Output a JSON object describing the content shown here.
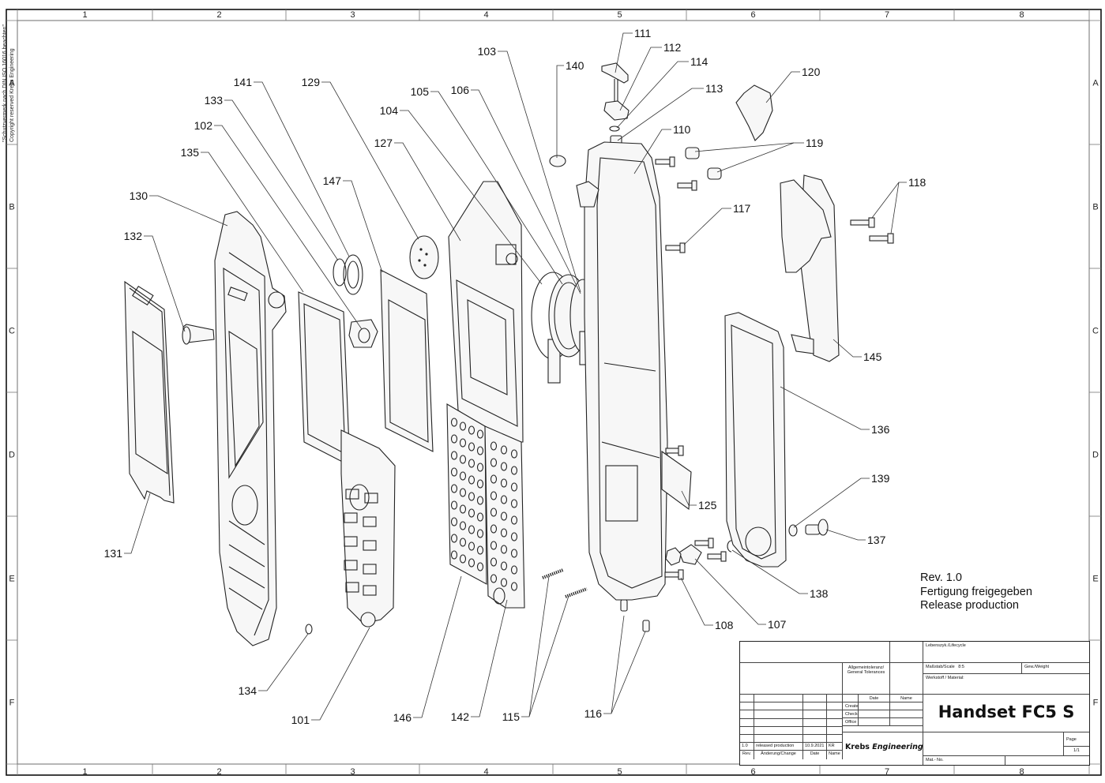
{
  "drawing": {
    "title": "Handset FC5 S",
    "company": "Krebs",
    "company_suffix": "Engineering",
    "copyright_lines": [
      "\"Schutzvermerk nach DIN ISO 16016 beachten\"",
      "Copyright reserved Krebs Engineering"
    ],
    "revision_note": [
      "Rev. 1.0",
      "Fertigung freigegeben",
      "Release production"
    ]
  },
  "frame": {
    "columns": [
      "1",
      "2",
      "3",
      "4",
      "5",
      "6",
      "7",
      "8"
    ],
    "rows": [
      "A",
      "B",
      "C",
      "D",
      "E",
      "F"
    ]
  },
  "callouts": [
    {
      "id": "111",
      "label": "111"
    },
    {
      "id": "112",
      "label": "112"
    },
    {
      "id": "114",
      "label": "114"
    },
    {
      "id": "113",
      "label": "113"
    },
    {
      "id": "103",
      "label": "103"
    },
    {
      "id": "140",
      "label": "140"
    },
    {
      "id": "120",
      "label": "120"
    },
    {
      "id": "141",
      "label": "141"
    },
    {
      "id": "129",
      "label": "129"
    },
    {
      "id": "133",
      "label": "133"
    },
    {
      "id": "105",
      "label": "105"
    },
    {
      "id": "106",
      "label": "106"
    },
    {
      "id": "104",
      "label": "104"
    },
    {
      "id": "102",
      "label": "102"
    },
    {
      "id": "110",
      "label": "110"
    },
    {
      "id": "127",
      "label": "127"
    },
    {
      "id": "135",
      "label": "135"
    },
    {
      "id": "119",
      "label": "119"
    },
    {
      "id": "147",
      "label": "147"
    },
    {
      "id": "118",
      "label": "118"
    },
    {
      "id": "130",
      "label": "130"
    },
    {
      "id": "117",
      "label": "117"
    },
    {
      "id": "132",
      "label": "132"
    },
    {
      "id": "145",
      "label": "145"
    },
    {
      "id": "136",
      "label": "136"
    },
    {
      "id": "139",
      "label": "139"
    },
    {
      "id": "125",
      "label": "125"
    },
    {
      "id": "137",
      "label": "137"
    },
    {
      "id": "131",
      "label": "131"
    },
    {
      "id": "138",
      "label": "138"
    },
    {
      "id": "108",
      "label": "108"
    },
    {
      "id": "107",
      "label": "107"
    },
    {
      "id": "134",
      "label": "134"
    },
    {
      "id": "101",
      "label": "101"
    },
    {
      "id": "146",
      "label": "146"
    },
    {
      "id": "142",
      "label": "142"
    },
    {
      "id": "115",
      "label": "115"
    },
    {
      "id": "116",
      "label": "116"
    }
  ],
  "title_block": {
    "lifecycle_label": "Lebenszyk./Lifecycle",
    "general_tolerances_label": "Allgemeintoleranz/ General Tolerances",
    "scale_label": "Maßstab/Scale",
    "scale_value": "8:5",
    "weight_label": "Gew./Weight",
    "material_label": "Werkstoff / Material:",
    "date_header": "Date",
    "name_header": "Name",
    "created_label": "Created",
    "checked_label": "Checked",
    "office_label": "Office",
    "page_label": "Page",
    "page_value": "1/1",
    "mat_no_label": "Mat.- No.",
    "revision_columns": [
      "Rev.",
      "Änderung/Change",
      "Date",
      "Name"
    ],
    "revisions": [
      {
        "rev": "1.0",
        "change": "released production",
        "date": "10.9.2021",
        "name": "KR"
      }
    ]
  }
}
